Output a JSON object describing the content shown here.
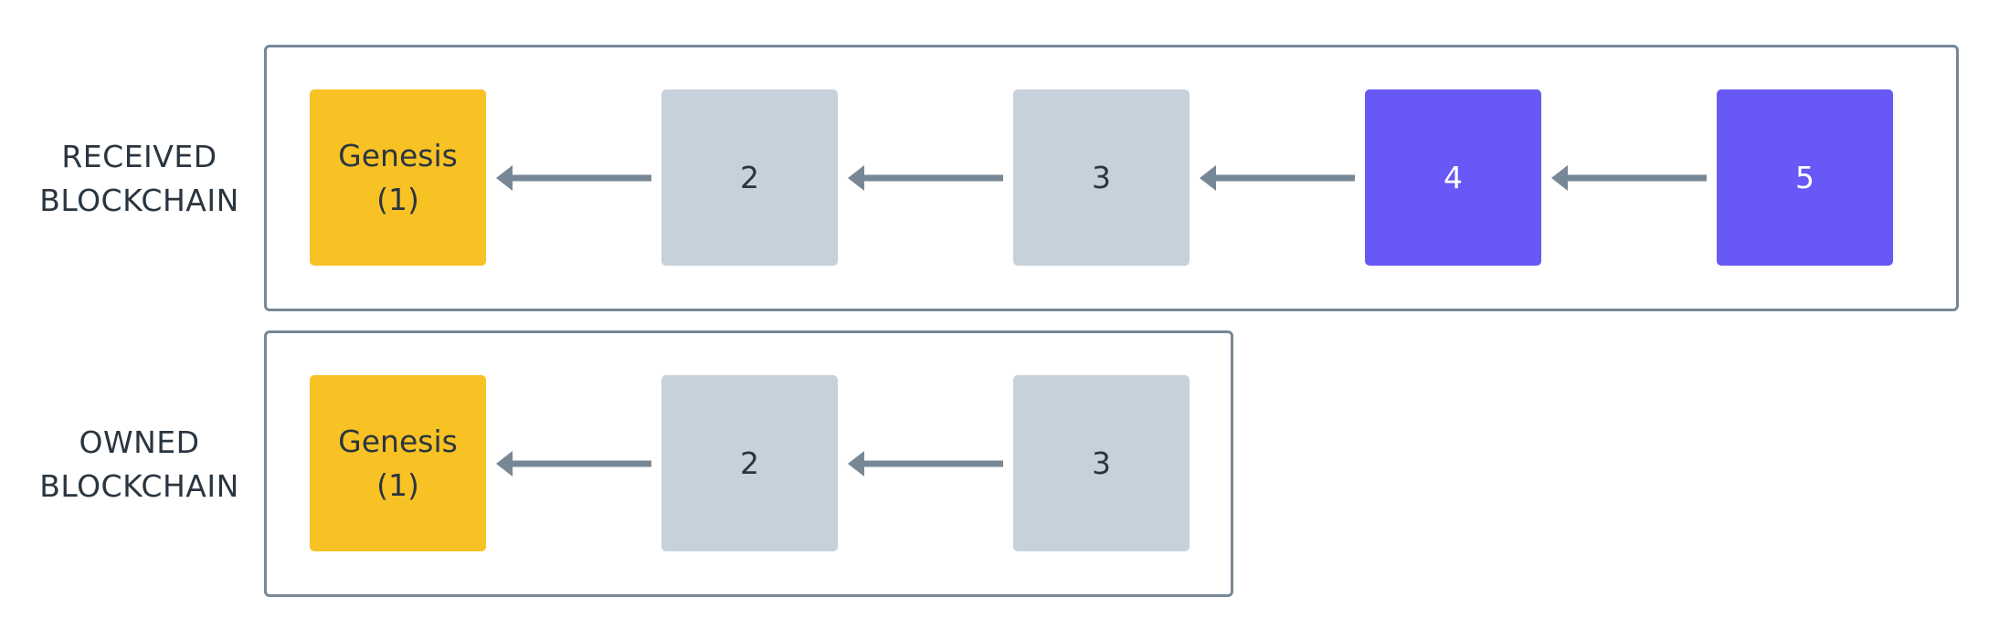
{
  "received": {
    "label_line1": "RECEIVED",
    "label_line2": "BLOCKCHAIN",
    "blocks": [
      {
        "line1": "Genesis",
        "line2": "(1)",
        "kind": "genesis"
      },
      {
        "line1": "2",
        "line2": "",
        "kind": "pending"
      },
      {
        "line1": "3",
        "line2": "",
        "kind": "pending"
      },
      {
        "line1": "4",
        "line2": "",
        "kind": "new"
      },
      {
        "line1": "5",
        "line2": "",
        "kind": "new"
      }
    ]
  },
  "owned": {
    "label_line1": "OWNED",
    "label_line2": "BLOCKCHAIN",
    "blocks": [
      {
        "line1": "Genesis",
        "line2": "(1)",
        "kind": "genesis"
      },
      {
        "line1": "2",
        "line2": "",
        "kind": "pending"
      },
      {
        "line1": "3",
        "line2": "",
        "kind": "pending"
      }
    ]
  },
  "colors": {
    "genesis": "#f8c224",
    "pending": "#c6d1db",
    "new": "#6858f5",
    "arrow": "#778795",
    "frame": "#778795",
    "text": "#2a3540"
  }
}
